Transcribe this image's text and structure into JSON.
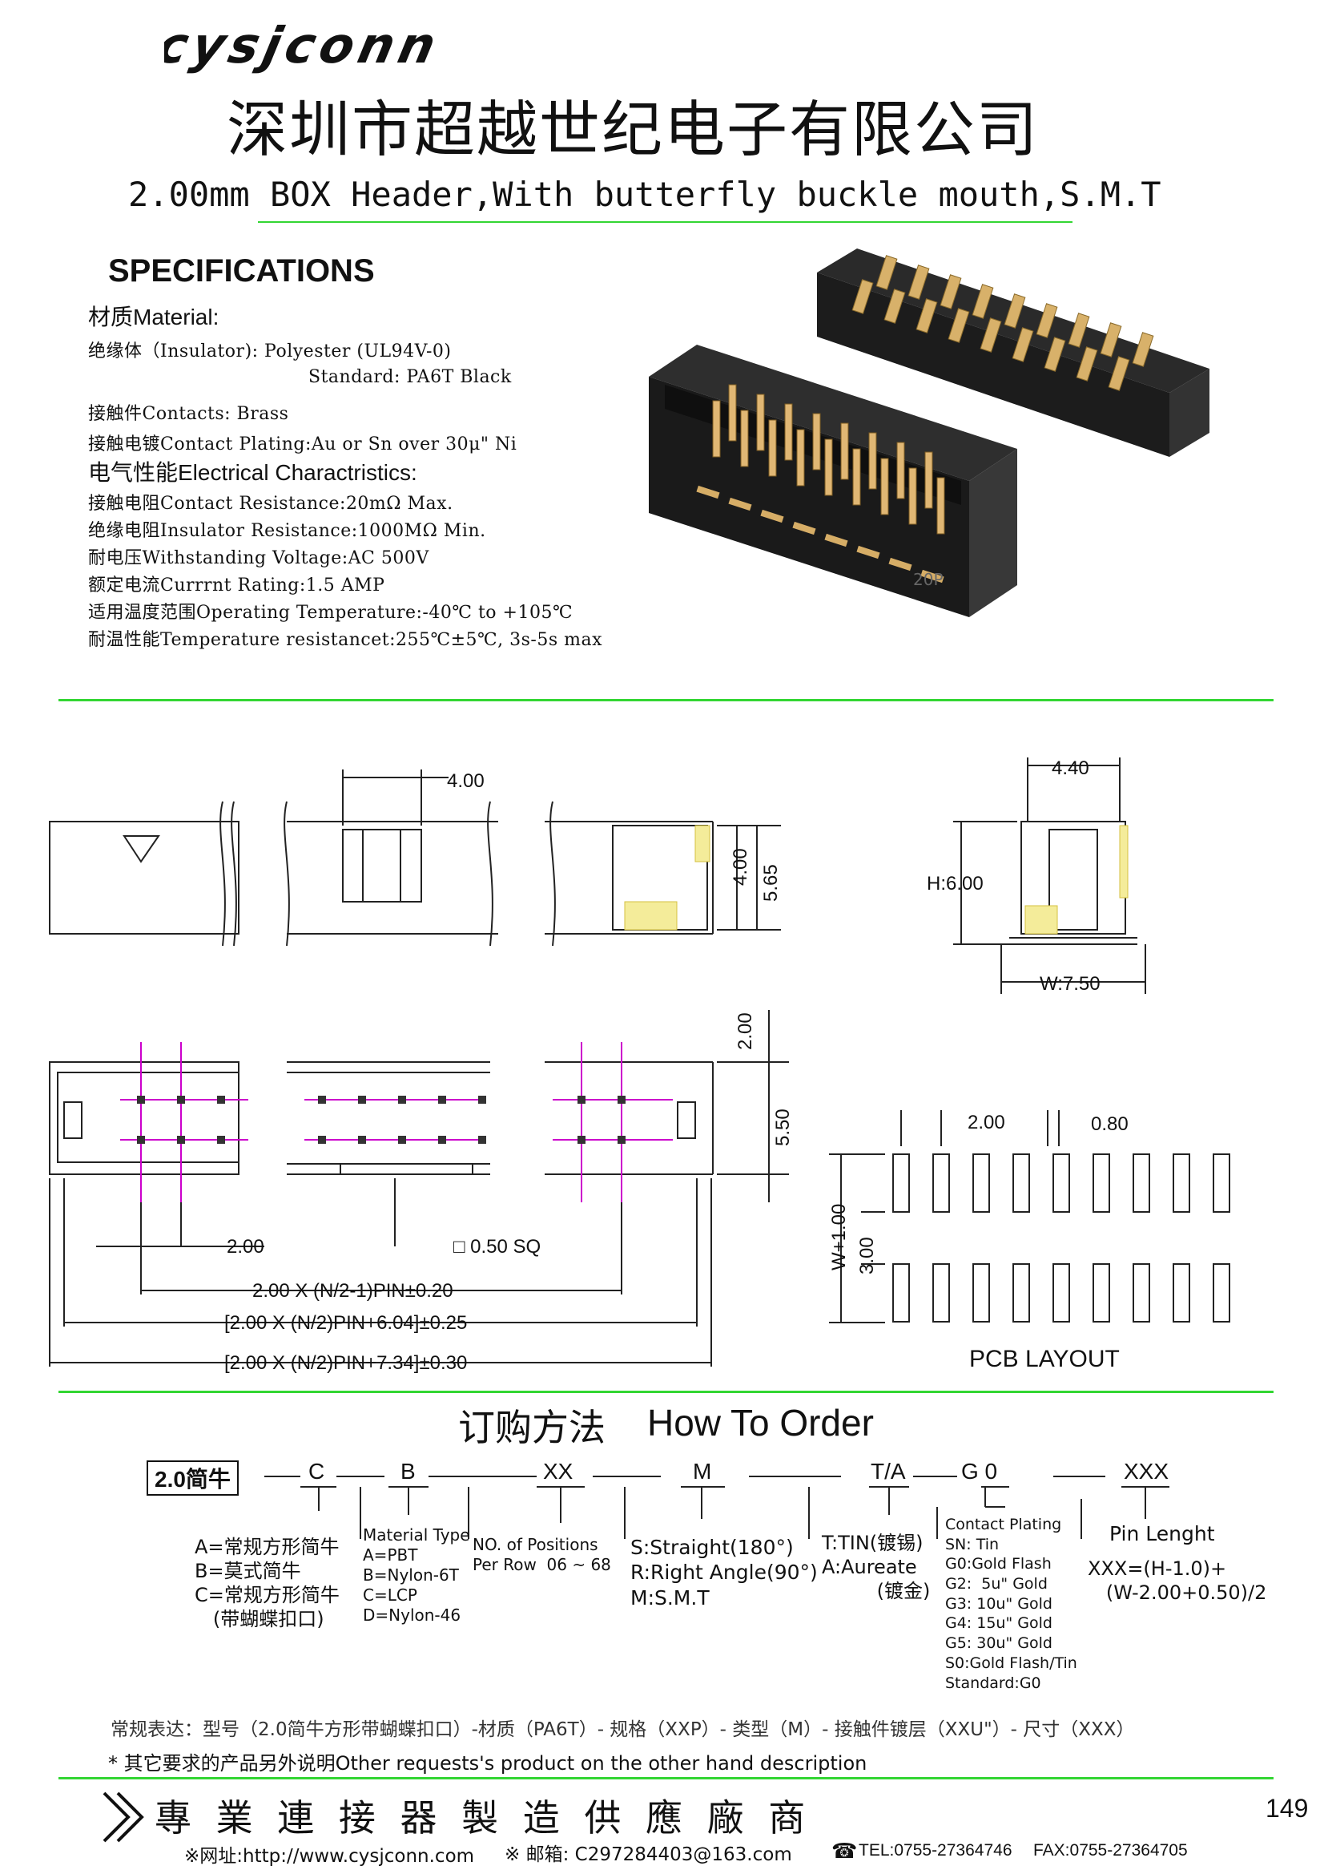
{
  "header": {
    "brand": "cysjconn",
    "company": "深圳市超越世纪电子有限公司",
    "product_title": "2.00mm BOX Header,With butterfly buckle mouth,S.M.T"
  },
  "specs": {
    "heading": "SPECIFICATIONS",
    "material_heading": "材质Material:",
    "insulator": "绝缘体（Insulator):  Polyester (UL94V-0)",
    "insulator_std": "Standard: PA6T Black",
    "contacts": "接触件Contacts: Brass",
    "plating": "接触电镀Contact Plating:Au or Sn over 30μ\" Ni",
    "electrical_heading": "电气性能Electrical Charactristics:",
    "contact_resistance": "接触电阻Contact Resistance:20mΩ  Max.",
    "insulator_resistance": "绝缘电阻Insulator Resistance:1000MΩ  Min.",
    "withstanding": "耐电压Withstanding Voltage:AC 500V",
    "current": "额定电流Currrnt Rating:1.5 AMP",
    "temp_range": "适用温度范围Operating Temperature:-40℃  to +105℃",
    "temp_resist": "耐温性能Temperature resistancet:255℃±5℃, 3s-5s max"
  },
  "drawing": {
    "dim_4_00_top": "4.00",
    "dim_4_00_side": "4.00",
    "dim_5_65": "5.65",
    "dim_4_40": "4.40",
    "dim_h": "H:6.00",
    "dim_w": "W:7.50",
    "dim_2_00_right": "2.00",
    "dim_5_50": "5.50",
    "dim_2_00_pitch": "2.00",
    "dim_sq": "□ 0.50  SQ",
    "dim_formula1": "2.00  X  (N/2-1)PIN±0.20",
    "dim_formula2": "[2.00  X  (N/2)PIN+6.04]±0.25",
    "dim_formula3": "[2.00  X  (N/2)PIN+7.34]±0.30",
    "pcb_pitch": "2.00",
    "pcb_width": "0.80",
    "pcb_w": "W+1.00",
    "pcb_3": "3.00",
    "pcb_title": "PCB  LAYOUT",
    "model_mark": "20P"
  },
  "order": {
    "title_cn": "订购方法",
    "title_en": "How To Order",
    "code": "2.0简牛",
    "seg_c": "C",
    "seg_b": "B",
    "seg_xx": "XX",
    "seg_m": "M",
    "seg_ta": "T/A",
    "seg_g0": "G 0",
    "seg_xxx": "XXX",
    "desc_c": "A=常规方形简牛\nB=莫式简牛\nC=常规方形简牛\n   (带蝴蝶扣口)",
    "desc_b_title": "Material Type",
    "desc_b": "A=PBT\nB=Nylon-6T\nC=LCP\nD=Nylon-46",
    "desc_xx": "NO. of Positions\nPer Row  06 ~ 68",
    "desc_m": "S:Straight(180°)\nR:Right Angle(90°)\nM:S.M.T",
    "desc_ta": "T:TIN(镀锡)\nA:Aureate\n         (镀金)",
    "desc_g0": "Contact Plating\nSN: Tin\nG0:Gold Flash\nG2:  5u\" Gold\nG3: 10u\" Gold\nG4: 15u\" Gold\nG5: 30u\" Gold\nS0:Gold Flash/Tin\nStandard:G0",
    "desc_xxx_title": "Pin Lenght",
    "desc_xxx": "XXX=(H-1.0)+\n   (W-2.00+0.50)/2",
    "normal_expr": "常规表达：型号（2.0简牛方形带蝴蝶扣口）-材质（PA6T）- 规格（XXP）- 类型（M）- 接触件镀层（XXU\"）- 尺寸（XXX）",
    "other_req": "* 其它要求的产品另外说明Other requests's product on the other hand description"
  },
  "footer": {
    "slogan": "專 業 連 接 器 製 造 供 應 廠 商",
    "page_number": "149",
    "website": "※网址:http://www.cysjconn.com",
    "email": "※ 邮箱:  C297284403@163.com",
    "tel": "TEL:0755-27364746",
    "fax": "FAX:0755-27364705"
  },
  "colors": {
    "accent_green": "#33d633",
    "pin_magenta": "#cc00cc",
    "hatch_yellow": "#e8d84a",
    "body_black": "#1a1a1a"
  }
}
